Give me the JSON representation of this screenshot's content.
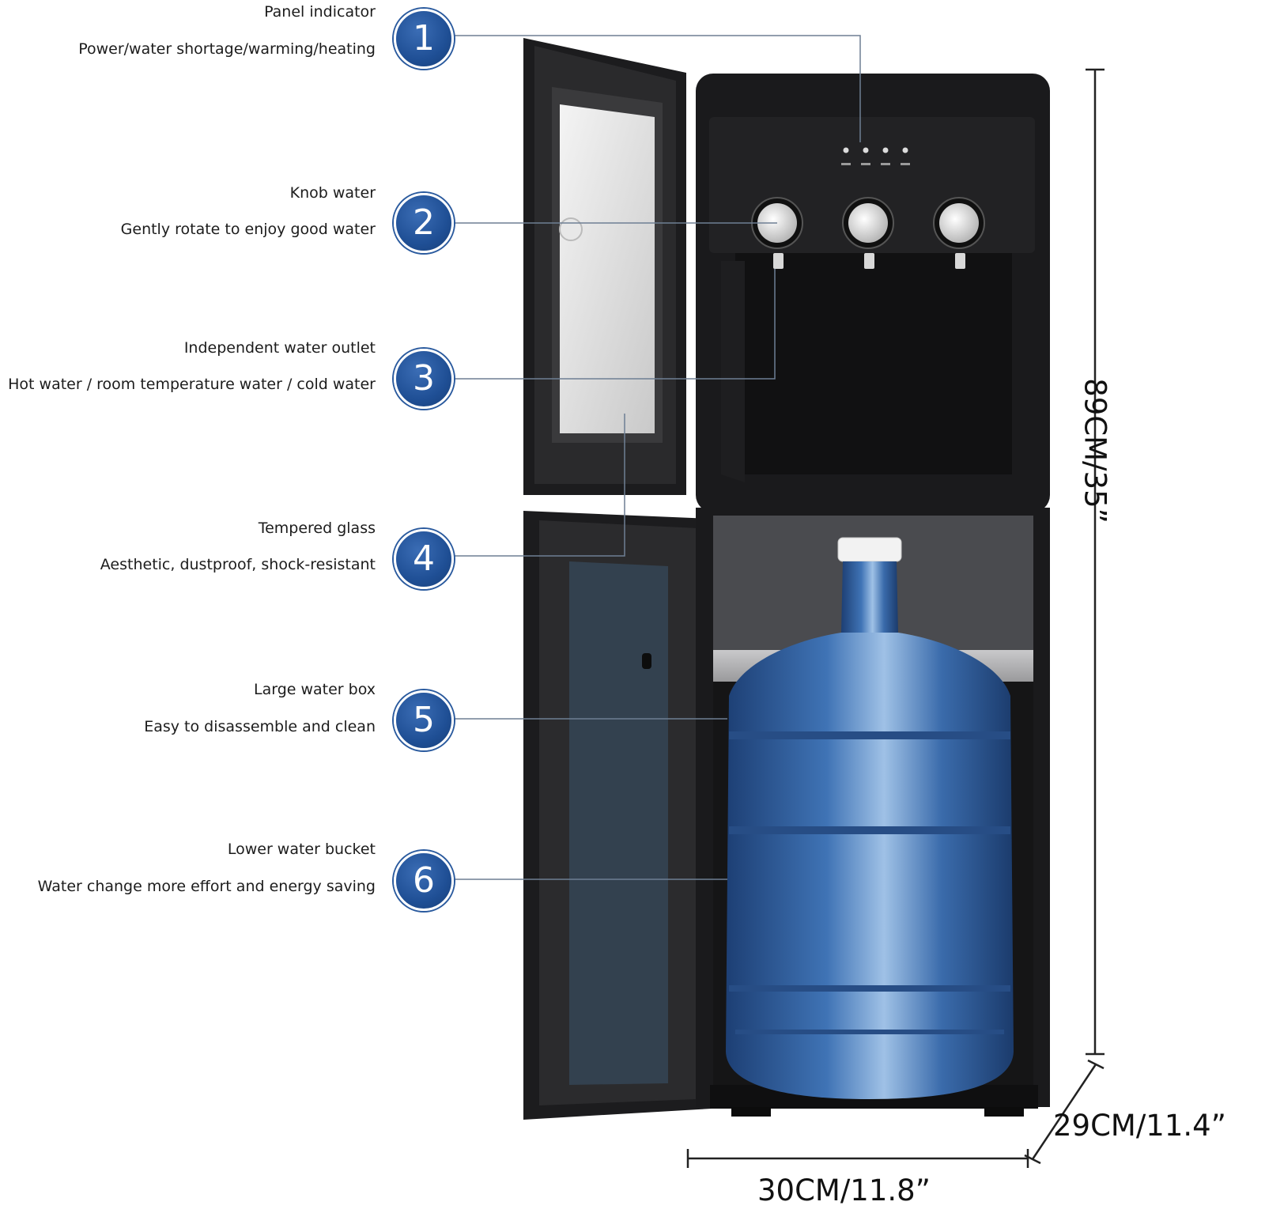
{
  "features": [
    {
      "number": "1",
      "title": "Panel indicator",
      "description": "Power/water shortage/warming/heating"
    },
    {
      "number": "2",
      "title": "Knob water",
      "description": "Gently rotate to enjoy good water"
    },
    {
      "number": "3",
      "title": "Independent water outlet",
      "description": "Hot water / room temperature water / cold water"
    },
    {
      "number": "4",
      "title": "Tempered glass",
      "description": "Aesthetic, dustproof, shock-resistant"
    },
    {
      "number": "5",
      "title": "Large water box",
      "description": "Easy to disassemble and clean"
    },
    {
      "number": "6",
      "title": "Lower water bucket",
      "description": "Water change more effort and energy saving"
    }
  ],
  "dimensions": {
    "height": "89CM/35”",
    "depth": "29CM/11.4”",
    "width": "30CM/11.8”"
  },
  "colors": {
    "badge": "#1f4f95",
    "cabinet": "#1a1a1c",
    "bottle": "#2c5a9c"
  }
}
